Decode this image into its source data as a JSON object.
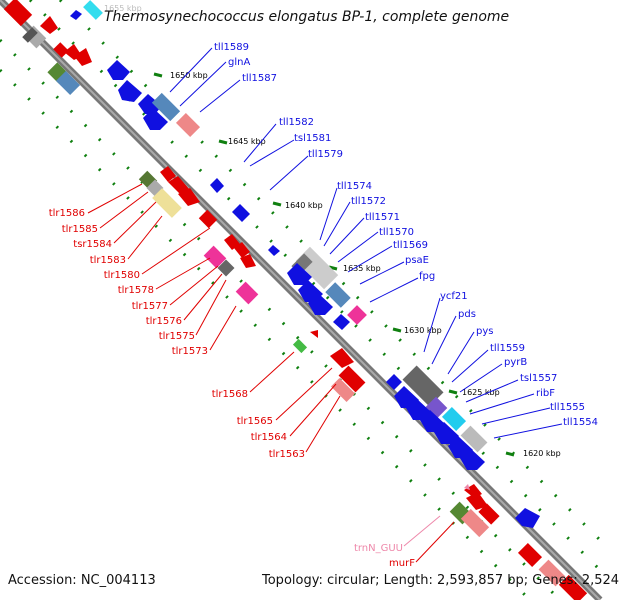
{
  "title": "Thermosynechococcus elongatus BP-1, complete genome",
  "footer": {
    "accession": "Accession: NC_004113",
    "topology": "Topology: circular; Length: 2,593,857 bp; Genes: 2,524"
  },
  "colors": {
    "forward": "#e00000",
    "reverse": "#1010e0",
    "tick": "#108010",
    "spine": "#888888",
    "faded": "#cccccc",
    "trna": "#ee88aa"
  },
  "ticks": [
    "1655 kbp",
    "1650 kbp",
    "1645 kbp",
    "1640 kbp",
    "1635 kbp",
    "1630 kbp",
    "1625 kbp",
    "1620 kbp"
  ],
  "reverse_labels": [
    "tll1589",
    "glnA",
    "tll1587",
    "tll1582",
    "tsl1581",
    "tll1579",
    "tll1574",
    "tll1572",
    "tll1571",
    "tll1570",
    "tll1569",
    "psaE",
    "fpg",
    "ycf21",
    "pds",
    "pys",
    "tll1559",
    "pyrB",
    "tsl1557",
    "ribF",
    "tll1555",
    "tll1554"
  ],
  "forward_labels": [
    "tlr1586",
    "tlr1585",
    "tsr1584",
    "tlr1583",
    "tlr1580",
    "tlr1578",
    "tlr1577",
    "tlr1576",
    "tlr1575",
    "tlr1573",
    "tlr1568",
    "tlr1565",
    "tlr1564",
    "tlr1563",
    "trnN_GUU",
    "murF"
  ]
}
